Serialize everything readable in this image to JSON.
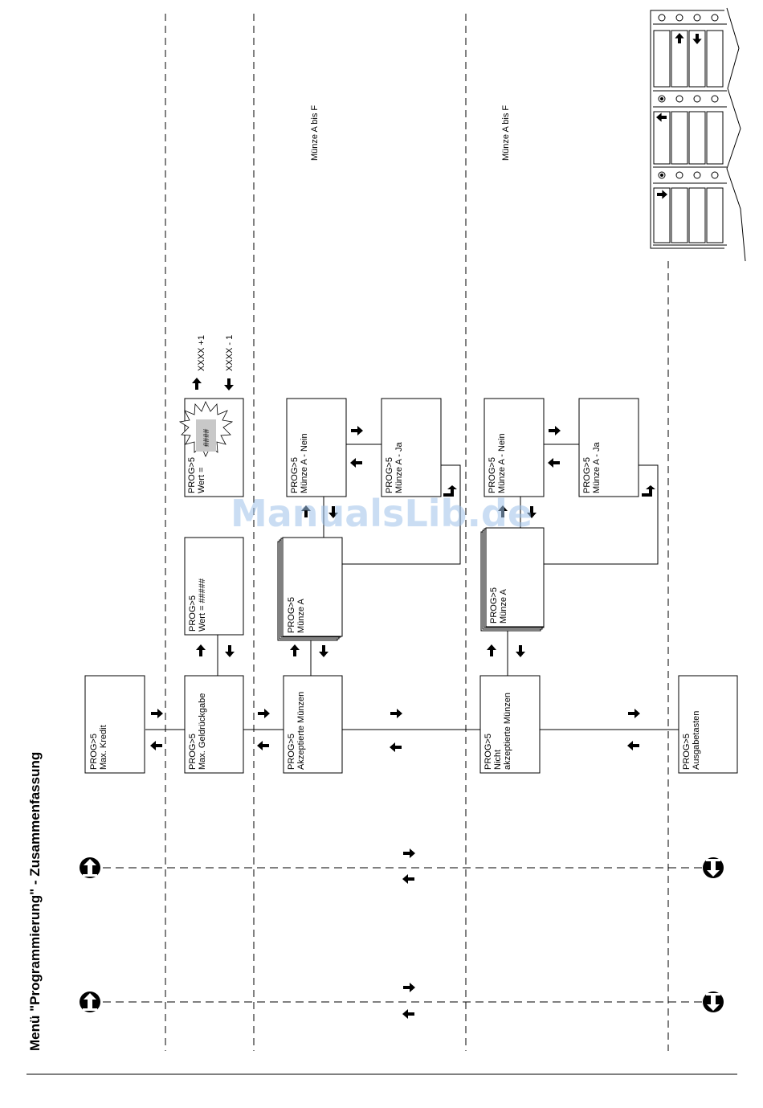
{
  "page": {
    "title": "Menü \"Programmierung\" - Zusammenfassung",
    "watermark": "ManualsLib.de"
  },
  "colors": {
    "line": "#000000",
    "highlight": "#c8c8c8",
    "watermark": "#9fc3ea"
  },
  "boxes": {
    "max_kredit": [
      "PROG>5",
      "Max. Kredit"
    ],
    "max_geldrueckgabe": [
      "PROG>5",
      "Max. Geldrückgabe"
    ],
    "wert_display": [
      "PROG>5",
      "Wert = #####"
    ],
    "wert_edit": [
      "PROG>5",
      "Wert ="
    ],
    "akzeptierte_muenzen": [
      "PROG>5",
      "Akzeptierte Münzen"
    ],
    "muenze_a_1": [
      "PROG>5",
      "Münze  A"
    ],
    "muenze_a_nein_1": [
      "PROG>5",
      "Münze  A - Nein"
    ],
    "muenze_a_ja_1": [
      "PROG>5",
      "Münze  A - Ja"
    ],
    "nicht_akzeptierte_muenzen": [
      "PROG>5",
      "Nicht",
      "akzeptierte Münzen"
    ],
    "muenze_a_2": [
      "PROG>5",
      "Münze A"
    ],
    "muenze_a_nein_2": [
      "PROG>5",
      "Münze  A - Nein"
    ],
    "muenze_a_ja_2": [
      "PROG>5",
      "Münze  A - Ja"
    ],
    "ausgabetasten": [
      "PROG>5",
      "Ausgabetasten"
    ]
  },
  "blink_value": "####",
  "notes": {
    "increment": "XXXX +1",
    "decrement": "XXXX - 1",
    "coin_range_1": "Münze A bis F",
    "coin_range_2": "Münze A bis F"
  },
  "icons": {
    "arrow_right": "arrow-right-icon",
    "arrow_left": "arrow-left-icon",
    "arrow_down": "arrow-down-icon",
    "arrow_up": "arrow-up-icon",
    "return": "return-icon",
    "enter_circle": "enter-circle-icon",
    "exit_circle": "exit-circle-icon",
    "keypad": "keypad-icon"
  }
}
